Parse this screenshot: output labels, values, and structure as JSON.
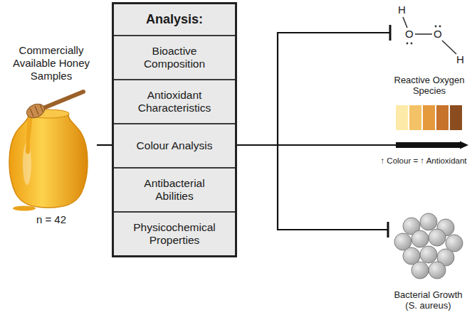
{
  "diagram": {
    "nodes": [
      {
        "text": [
          "Commercially Available Honey Samples",
          "n = 42"
        ]
      },
      {
        "text": [
          "Analysis:"
        ]
      },
      {
        "text": [
          "Bioactive Composition"
        ],
        "in": 1
      },
      {
        "text": [
          "Antioxidant Characteristics"
        ],
        "in": 1
      },
      {
        "text": [
          "Colour Analysis"
        ],
        "in": 1
      },
      {
        "text": [
          "Antibacterial Abilities"
        ],
        "in": 1
      },
      {
        "text": [
          "Physicochemical Properties"
        ],
        "in": 1
      },
      {
        "text": [
          "Reactive Oxygen Species"
        ]
      },
      {
        "text": [
          "↑ Colour = ↑ Antioxidant"
        ]
      },
      {
        "text": [
          "Bacterial Growth (S. aureus)"
        ]
      }
    ],
    "edges": [
      {
        "from": 0,
        "to": 1,
        "arrow": "none"
      },
      {
        "from": 1,
        "to": 7,
        "arrow": "to"
      },
      {
        "from": 1,
        "to": 8,
        "arrow": "to"
      },
      {
        "from": 1,
        "to": 9,
        "arrow": "to"
      }
    ],
    "labels": [
      "H",
      "O",
      "O",
      "H"
    ]
  }
}
